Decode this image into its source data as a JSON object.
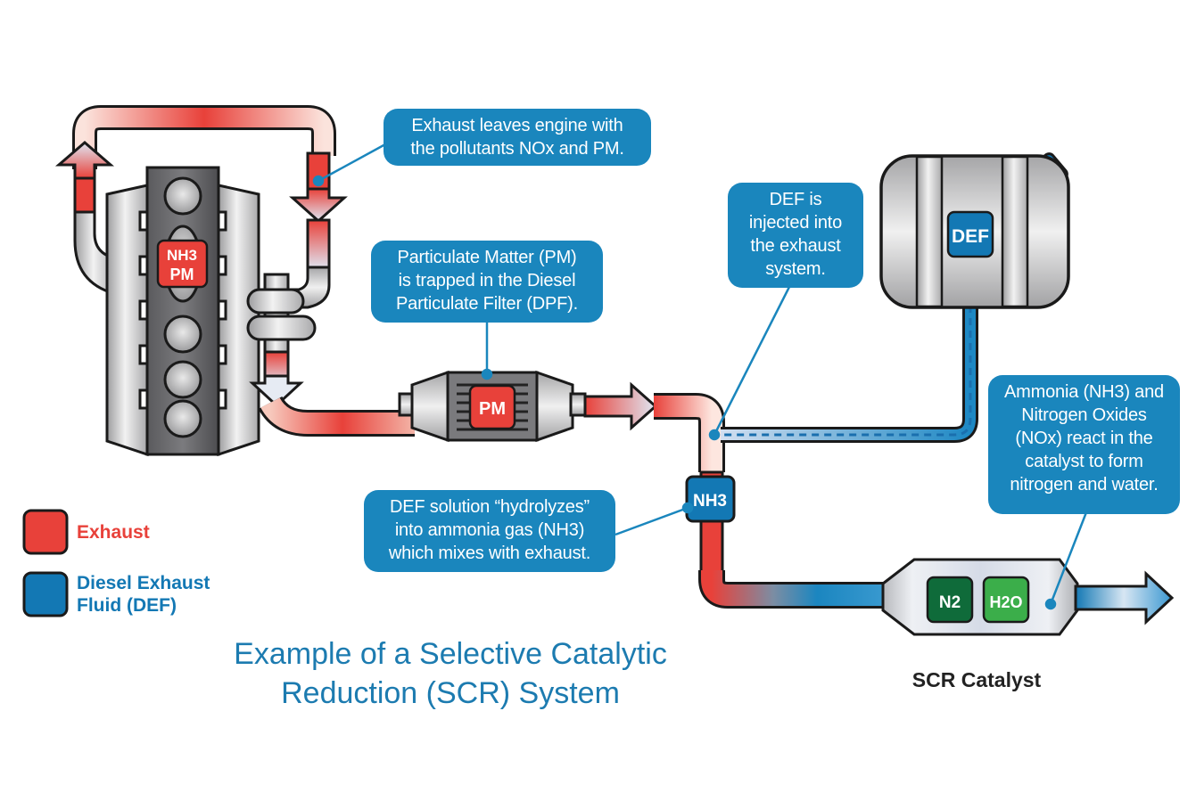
{
  "title": {
    "line1": "Example of a Selective Catalytic",
    "line2": "Reduction (SCR) System"
  },
  "colors": {
    "exhaust": "#e8413a",
    "def": "#1378b4",
    "callout": "#1a86bd",
    "title": "#1c7bb0",
    "n2_badge": "#0f6b3a",
    "h2o_badge": "#3bae4a"
  },
  "legend": [
    {
      "label": "Exhaust",
      "color": "#e8413a"
    },
    {
      "label_line1": "Diesel Exhaust",
      "label_line2": "Fluid (DEF)",
      "color": "#1378b4"
    }
  ],
  "callouts": {
    "engine_exhaust": {
      "lines": [
        "Exhaust leaves engine with",
        "the pollutants NOx and PM."
      ]
    },
    "dpf": {
      "lines": [
        "Particulate Matter (PM)",
        "is trapped in the Diesel",
        "Particulate Filter (DPF)."
      ]
    },
    "def_injection": {
      "lines": [
        "DEF is",
        "injected into",
        "the exhaust",
        "system."
      ]
    },
    "hydrolysis": {
      "lines": [
        "DEF solution “hydrolyzes”",
        "into ammonia gas (NH3)",
        "which mixes with exhaust."
      ]
    },
    "scr_reaction": {
      "lines": [
        "Ammonia (NH3) and",
        "Nitrogen Oxides",
        "(NOx) react in the",
        "catalyst to form",
        "nitrogen and water."
      ]
    }
  },
  "badges": {
    "engine": {
      "line1": "NH3",
      "line2": "PM"
    },
    "dpf": "PM",
    "def_tank": "DEF",
    "mixer": "NH3",
    "n2": "N2",
    "h2o": "H2O"
  },
  "components": {
    "engine": "engine-block",
    "dpf": "diesel-particulate-filter",
    "def_tank": "def-tank",
    "scr": "scr-catalyst"
  },
  "scr_caption": "SCR Catalyst"
}
